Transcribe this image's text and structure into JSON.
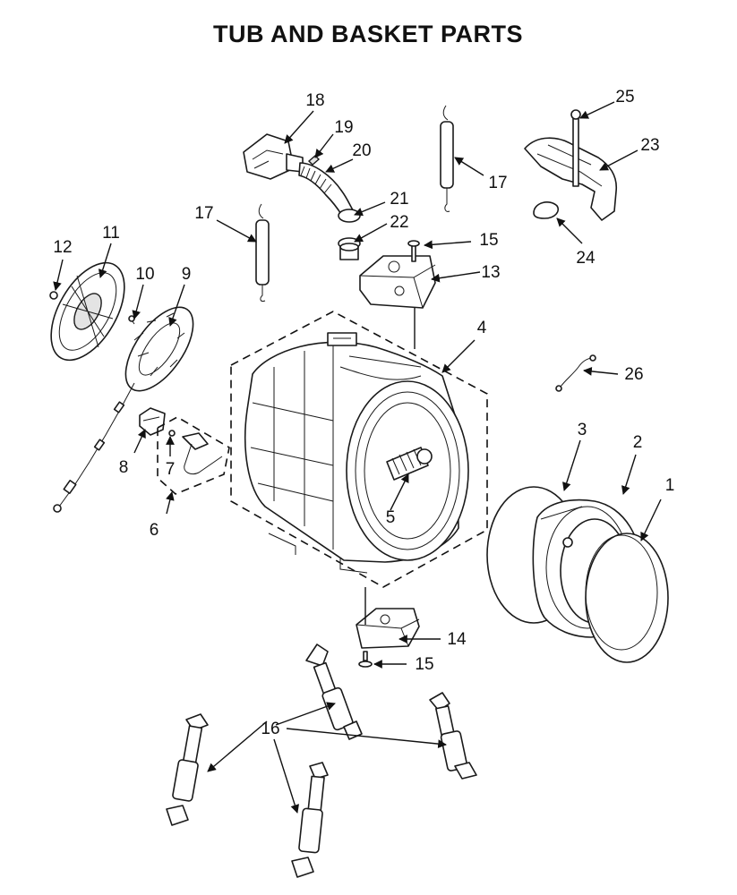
{
  "title": "TUB AND BASKET PARTS",
  "labels": {
    "p1": "1",
    "p2": "2",
    "p3": "3",
    "p4": "4",
    "p5": "5",
    "p6": "6",
    "p7": "7",
    "p8": "8",
    "p9": "9",
    "p10": "10",
    "p11": "11",
    "p12": "12",
    "p13": "13",
    "p14": "14",
    "p15a": "15",
    "p15b": "15",
    "p16": "16",
    "p17a": "17",
    "p17b": "17",
    "p18": "18",
    "p19": "19",
    "p20": "20",
    "p21": "21",
    "p22": "22",
    "p23": "23",
    "p24": "24",
    "p25": "25",
    "p26": "26"
  },
  "colors": {
    "line": "#1a1a1a",
    "shade": "#e4e4e4",
    "background": "#ffffff"
  }
}
